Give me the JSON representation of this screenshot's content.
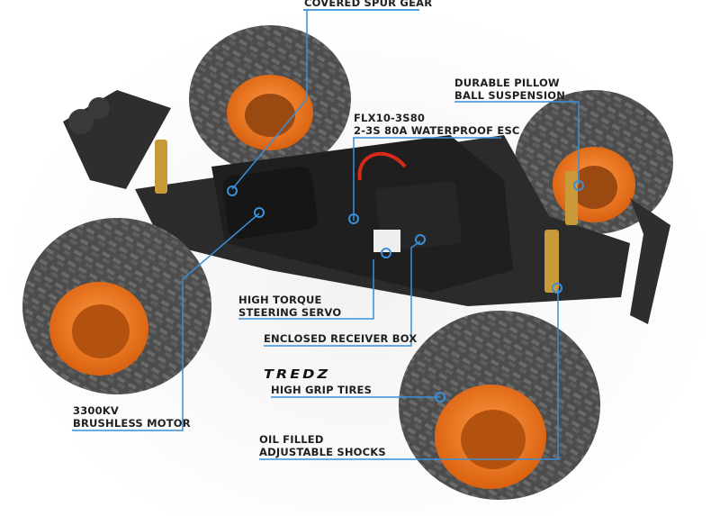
{
  "image": {
    "subject": "RC monster truck chassis (top view, body removed)",
    "colors": {
      "callout_line": "#3a8fd8",
      "wheel_rim": "#f07a1e",
      "tire": "#4a4a4a",
      "chassis": "#2a2a2a",
      "shock_body": "#c99a3a",
      "label_text": "#1f1f1f"
    }
  },
  "callouts": [
    {
      "id": "spur",
      "lines": [
        "COVERED SPUR GEAR"
      ]
    },
    {
      "id": "pillow",
      "lines": [
        "DURABLE PILLOW",
        "BALL SUSPENSION"
      ]
    },
    {
      "id": "esc",
      "lines": [
        "FLX10-3S80",
        "2-3S 80A WATERPROOF ESC"
      ]
    },
    {
      "id": "servo",
      "lines": [
        "HIGH TORQUE",
        "STEERING SERVO"
      ]
    },
    {
      "id": "receiver",
      "lines": [
        "ENCLOSED RECEIVER BOX"
      ]
    },
    {
      "id": "tires",
      "brand": "TREDZ",
      "lines": [
        "HIGH GRIP TIRES"
      ]
    },
    {
      "id": "motor",
      "lines": [
        "3300KV",
        "BRUSHLESS MOTOR"
      ]
    },
    {
      "id": "shocks",
      "lines": [
        "OIL FILLED",
        "ADJUSTABLE SHOCKS"
      ]
    }
  ]
}
